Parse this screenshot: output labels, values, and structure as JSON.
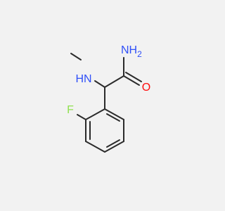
{
  "molecule": {
    "atoms": {
      "amide_n": {
        "text": "NH",
        "sub": "2",
        "color": "#3050f8"
      },
      "amine_n": {
        "text": "HN",
        "color": "#3050f8"
      },
      "oxygen": {
        "text": "O",
        "color": "#ff0d0d"
      },
      "fluorine": {
        "text": "F",
        "color": "#90e050"
      }
    },
    "bond_color": "#2b2b2b"
  }
}
